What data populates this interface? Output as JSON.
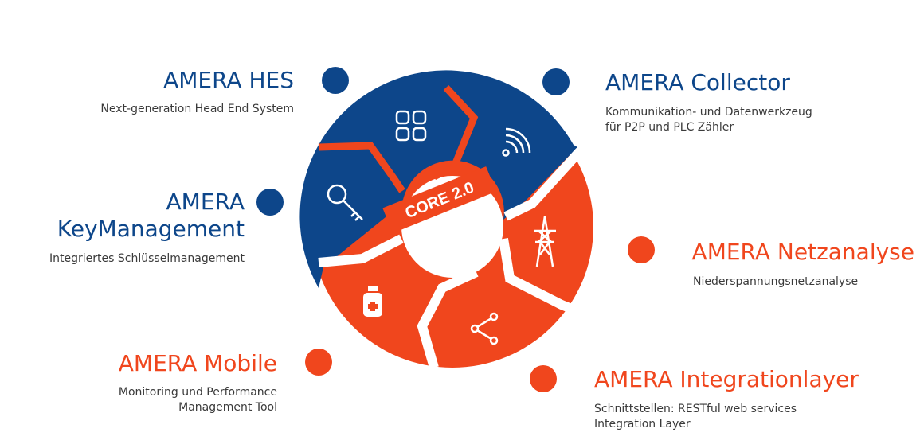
{
  "center": {
    "label": "CORE 2.0"
  },
  "colors": {
    "blue": "#0d468a",
    "orange": "#f0461d"
  },
  "modules": {
    "hes": {
      "title": "AMERA HES",
      "desc": [
        "Next-generation Head End System"
      ],
      "icon": "apps-grid-icon"
    },
    "collector": {
      "title": "AMERA Collector",
      "desc": [
        "Kommunikation- und Datenwerkzeug",
        "für P2P und PLC Zähler"
      ],
      "icon": "wireless-signal-icon"
    },
    "keymanagement": {
      "title": [
        "AMERA",
        "KeyManagement"
      ],
      "desc": [
        "Integriertes Schlüsselmanagement"
      ],
      "icon": "key-icon"
    },
    "netzanalyse": {
      "title": "AMERA Netzanalyse",
      "desc": [
        "Niederspannungsnetzanalyse"
      ],
      "icon": "power-pylon-icon"
    },
    "mobile": {
      "title": "AMERA Mobile",
      "desc": [
        "Monitoring und Performance",
        "Management Tool"
      ],
      "icon": "medical-bottle-icon"
    },
    "integrationlayer": {
      "title": "AMERA Integrationlayer",
      "desc": [
        "Schnittstellen: RESTful web services",
        "Integration Layer"
      ],
      "icon": "share-icon"
    }
  }
}
